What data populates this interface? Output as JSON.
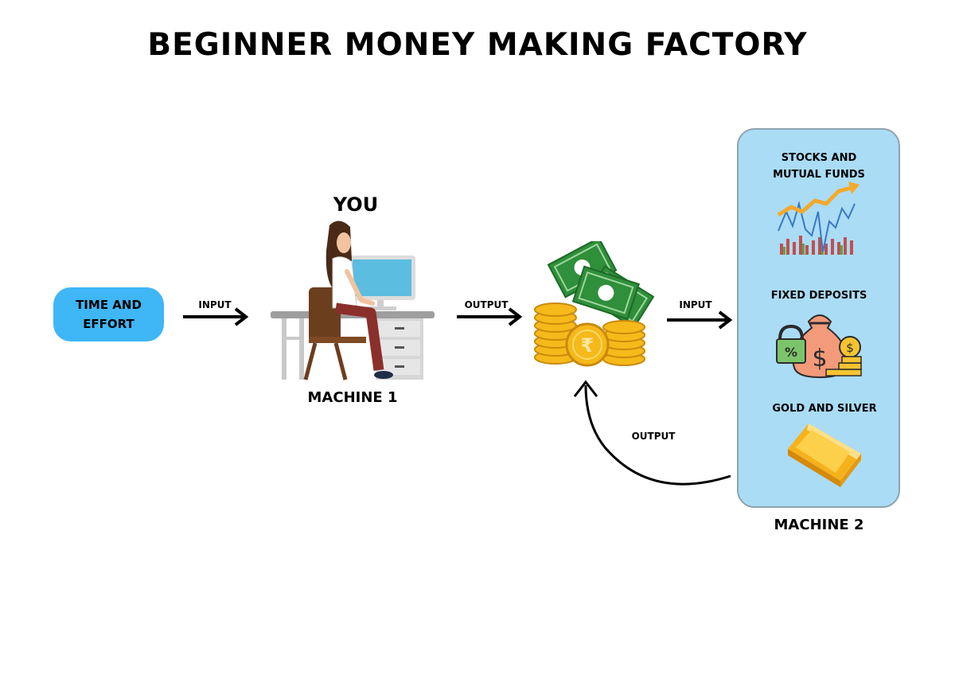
{
  "title": "BEGINNER MONEY MAKING FACTORY",
  "start_node": {
    "line1": "TIME AND",
    "line2": "EFFORT"
  },
  "person_label": "YOU",
  "machine1_label": "MACHINE 1",
  "machine2_label": "MACHINE 2",
  "arrows": {
    "input_1": "INPUT",
    "output_1": "OUTPUT",
    "input_2": "INPUT",
    "output_2": "OUTPUT"
  },
  "assets": [
    {
      "line1": "STOCKS AND",
      "line2": "MUTUAL FUNDS",
      "icon": "stock-chart-icon"
    },
    {
      "line1": "FIXED DEPOSITS",
      "line2": "",
      "icon": "money-bag-lock-icon"
    },
    {
      "line1": "GOLD AND SILVER",
      "line2": "",
      "icon": "gold-bar-icon"
    }
  ],
  "colors": {
    "start_node": "#3fb6f5",
    "machine2_panel": "#aadcf6",
    "cash_green": "#2f8f3a",
    "coin_gold": "#f6b91a"
  }
}
